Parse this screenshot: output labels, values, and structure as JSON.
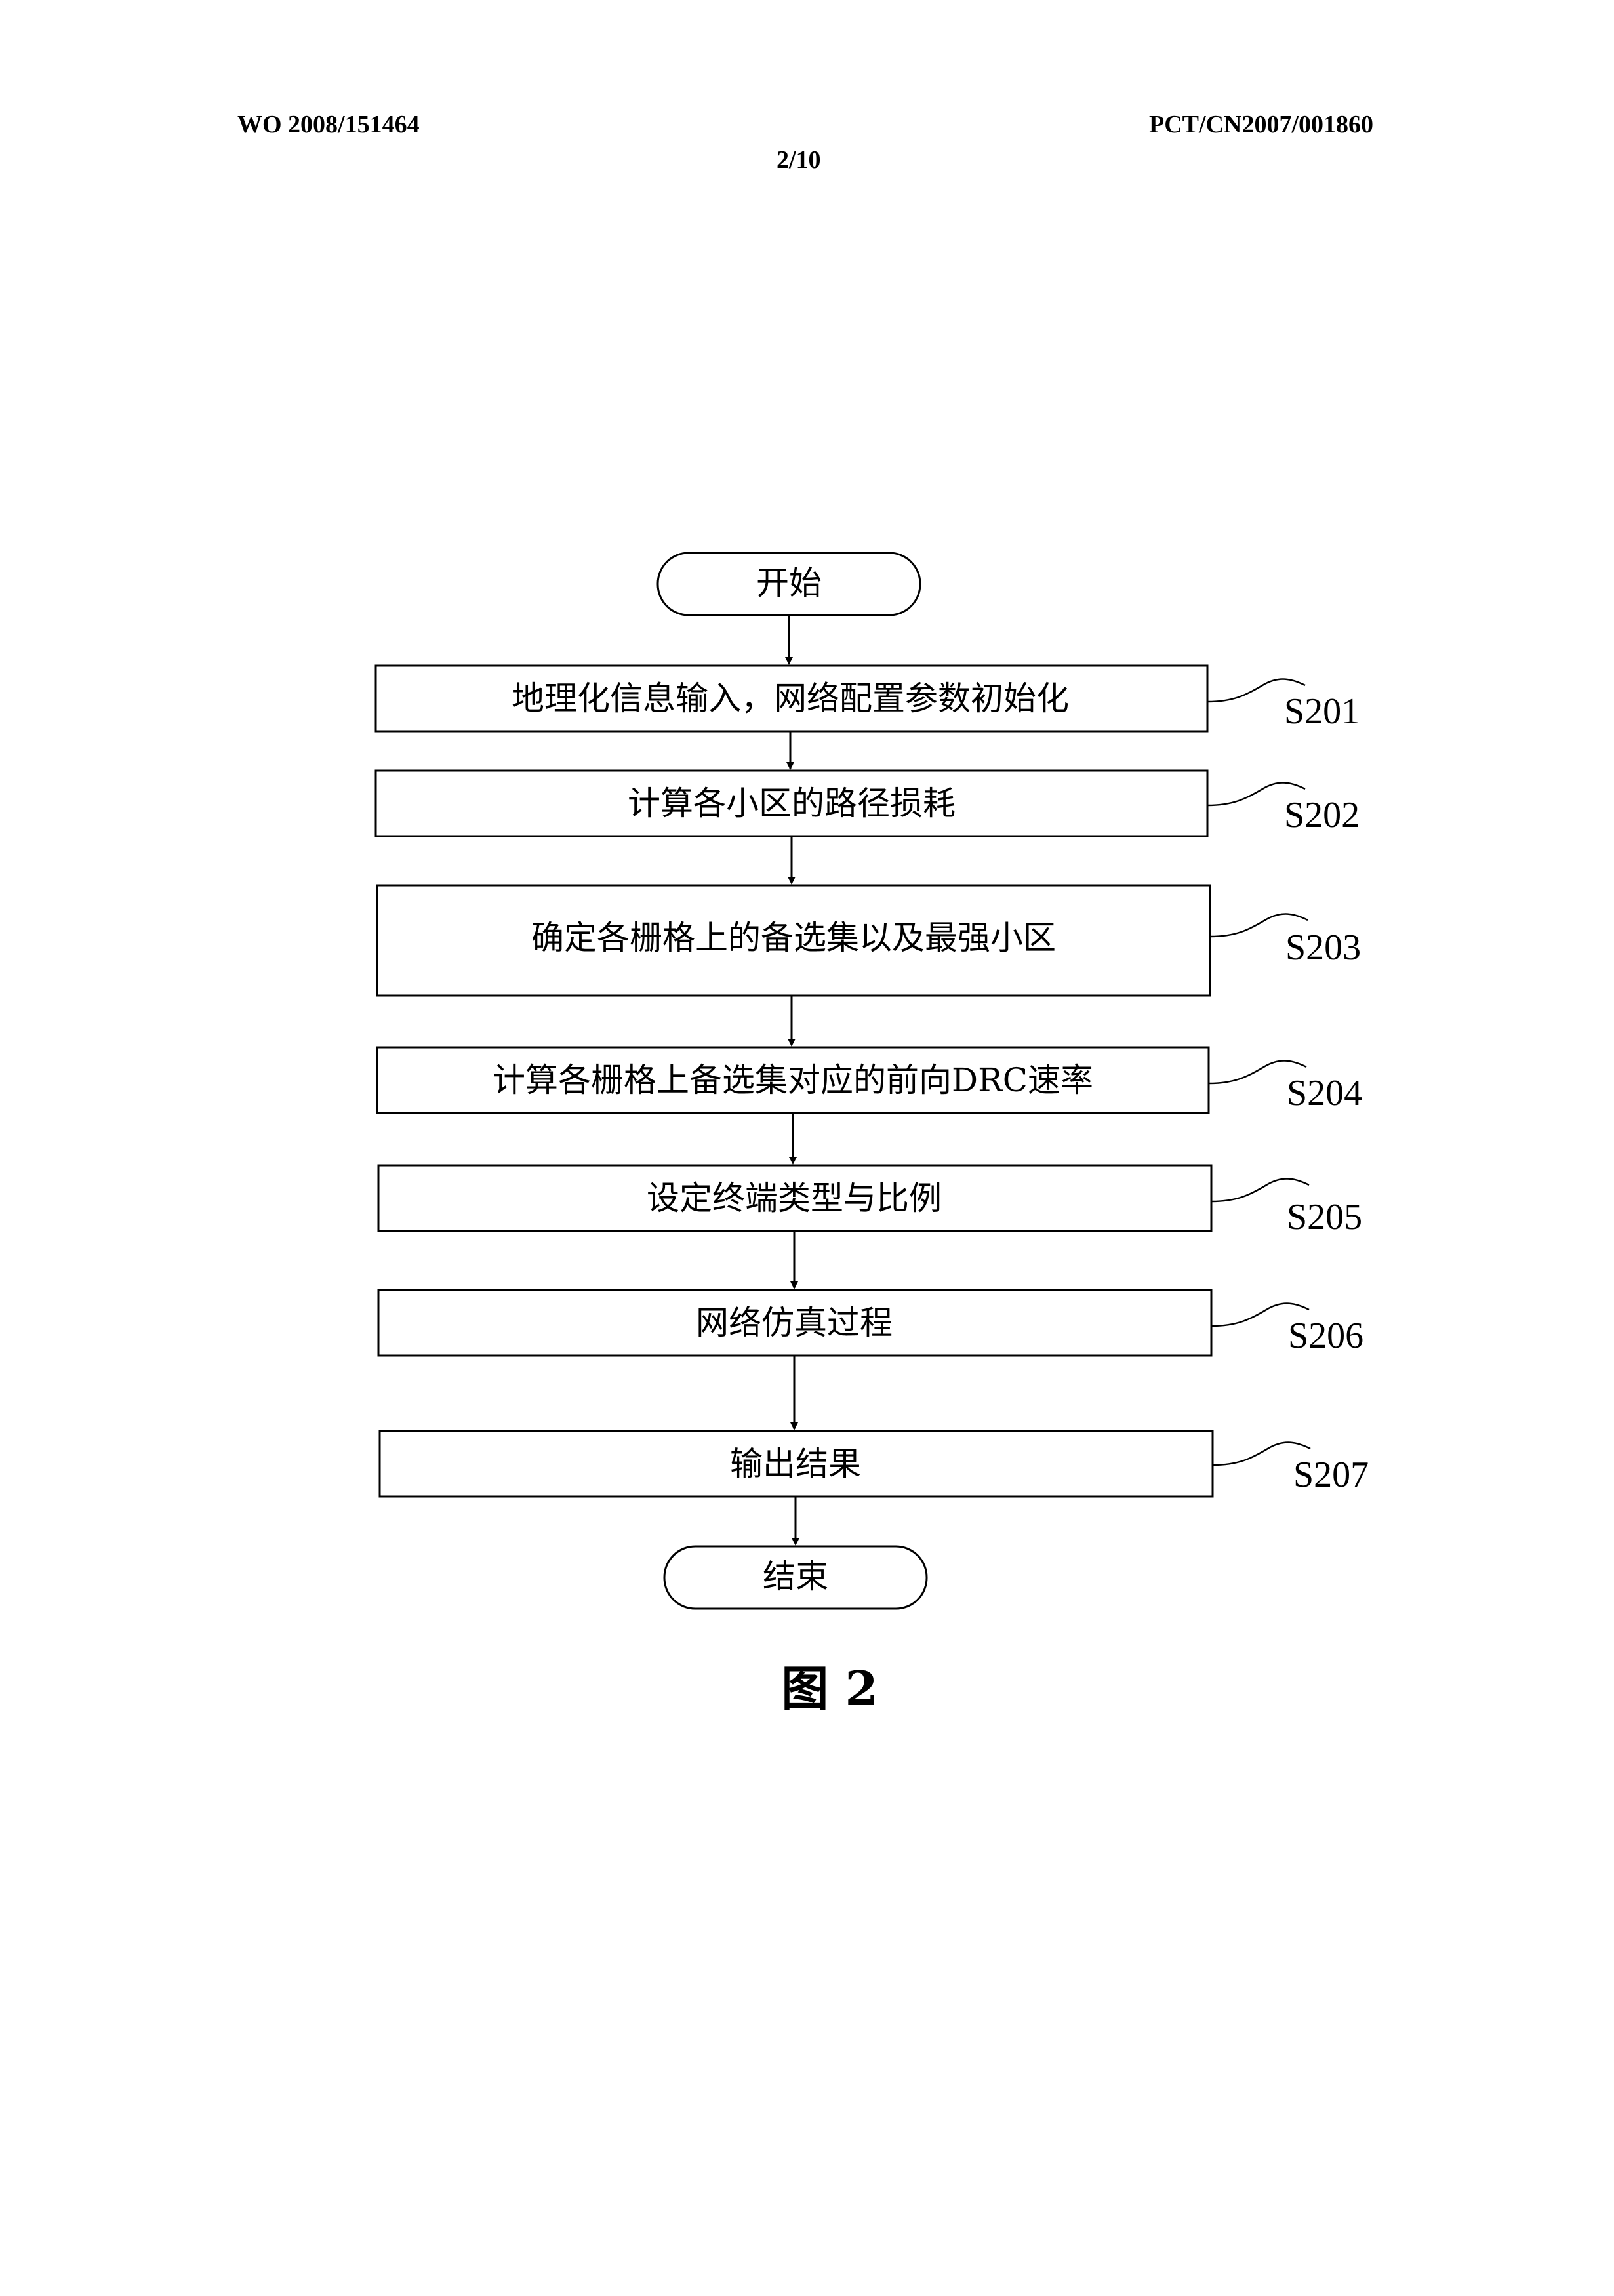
{
  "header": {
    "pub_number": "WO 2008/151464",
    "app_number": "PCT/CN2007/001860",
    "page": "2/10"
  },
  "flowchart": {
    "start": "开始",
    "end": "结束",
    "steps": [
      {
        "label": "S201",
        "text": "地理化信息输入，网络配置参数初始化"
      },
      {
        "label": "S202",
        "text": "计算各小区的路径损耗"
      },
      {
        "label": "S203",
        "text": "确定各栅格上的备选集以及最强小区"
      },
      {
        "label": "S204",
        "text": "计算各栅格上备选集对应的前向DRC速率"
      },
      {
        "label": "S205",
        "text": "设定终端类型与比例"
      },
      {
        "label": "S206",
        "text": "网络仿真过程"
      },
      {
        "label": "S207",
        "text": "输出结果"
      }
    ]
  },
  "caption": "图 2"
}
